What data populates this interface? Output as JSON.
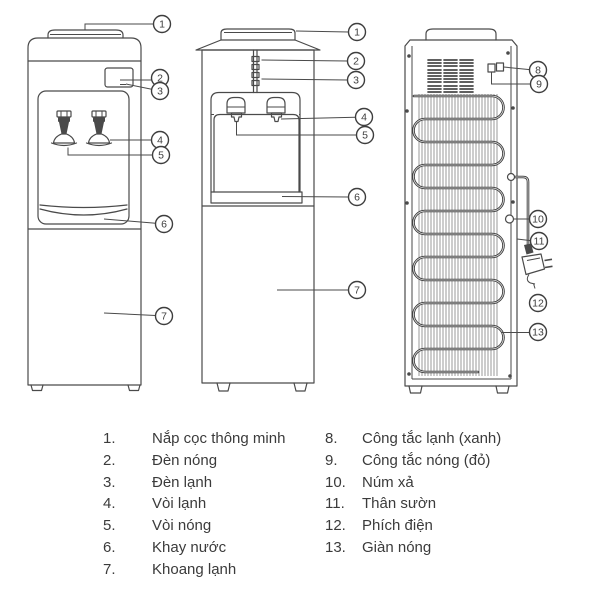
{
  "figure": {
    "title": "Water dispenser parts diagram (front, side and back views)",
    "callouts": [
      "1",
      "2",
      "3",
      "4",
      "5",
      "6",
      "7",
      "8",
      "9",
      "10",
      "11",
      "12",
      "13"
    ]
  },
  "legend": {
    "items_left": [
      {
        "num": "1.",
        "label": "Nắp cọc thông minh"
      },
      {
        "num": "2.",
        "label": "Đèn nóng"
      },
      {
        "num": "3.",
        "label": "Đèn lạnh"
      },
      {
        "num": "4.",
        "label": "Vòi lạnh"
      },
      {
        "num": "5.",
        "label": "Vòi nóng"
      },
      {
        "num": "6.",
        "label": "Khay nước"
      },
      {
        "num": "7.",
        "label": "Khoang lạnh"
      }
    ],
    "items_right": [
      {
        "num": "8.",
        "label": "Công tắc lạnh (xanh)"
      },
      {
        "num": "9.",
        "label": "Công tắc nóng (đỏ)"
      },
      {
        "num": "10.",
        "label": "Núm xả"
      },
      {
        "num": "11.",
        "label": "Thân sườn"
      },
      {
        "num": "12.",
        "label": "Phích điện"
      },
      {
        "num": "13.",
        "label": "Giàn nóng"
      }
    ]
  },
  "colors": {
    "line": "#4a4a4a",
    "text": "#3b3b3b",
    "background": "#ffffff"
  }
}
